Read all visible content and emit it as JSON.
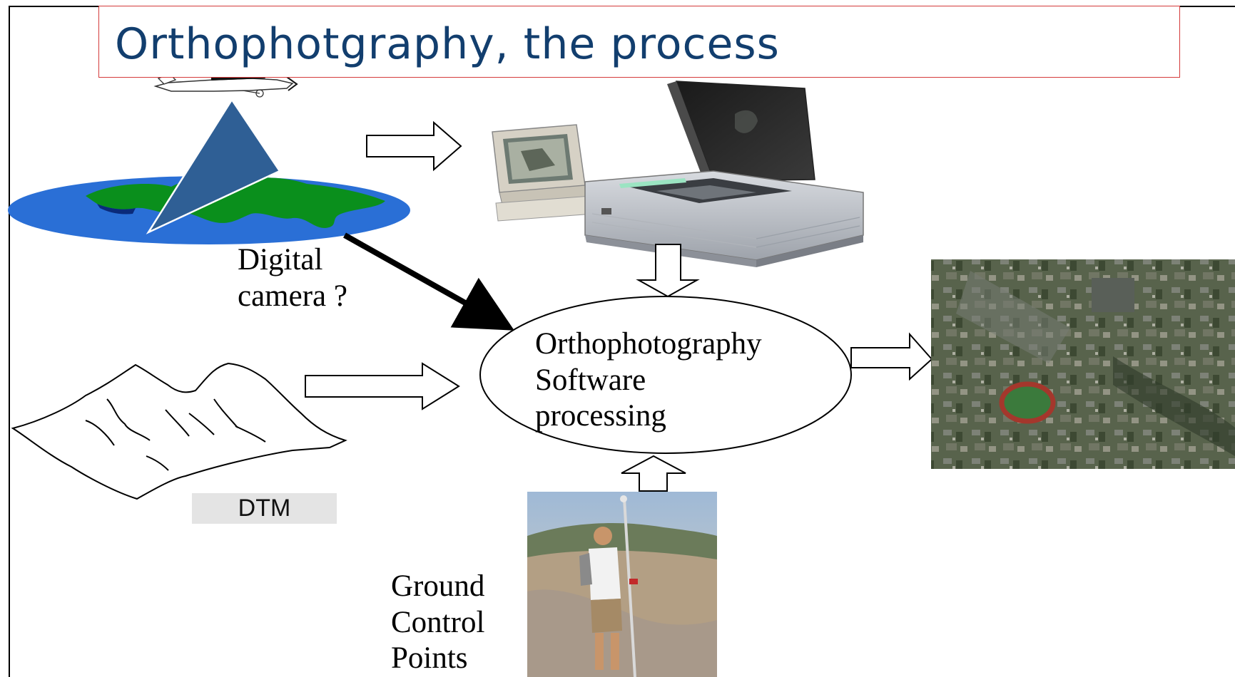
{
  "title": "Orthophotgraphy, the process",
  "labels": {
    "digital_camera": [
      "Digital",
      "camera ?"
    ],
    "software": [
      "Orthophotography",
      "Software",
      "processing"
    ],
    "dtm": "DTM",
    "ground_control": [
      "Ground",
      "Control",
      "Points"
    ]
  },
  "colors": {
    "title": "#123e6e",
    "title_border": "#d43a3a",
    "earth_ocean": "#2a6fd6",
    "earth_land": "#0a8f1c",
    "camera_cone": "#2f5f95"
  },
  "icons": [
    "airplane-icon",
    "earth-icon",
    "scanner-workstation-icon",
    "terrain-icon",
    "surveyor-photo-icon",
    "orthophoto-image"
  ]
}
